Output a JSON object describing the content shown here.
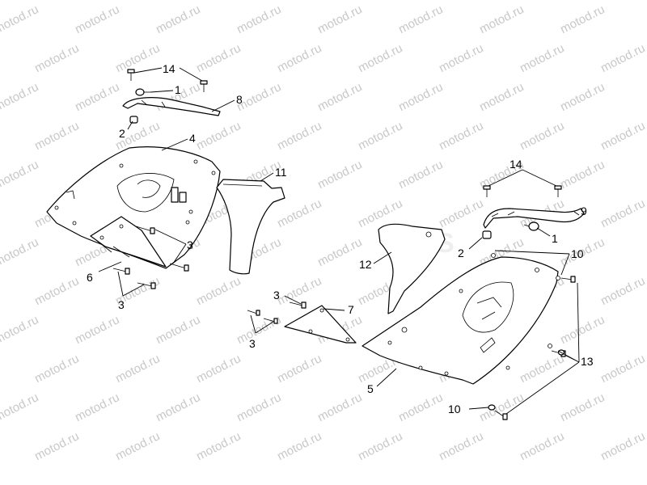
{
  "watermark": {
    "text": "motod.ru",
    "color": "#c8c8c8",
    "center_text": "RIS"
  },
  "callouts": [
    {
      "id": "c14a",
      "text": "14"
    },
    {
      "id": "c1a",
      "text": "1"
    },
    {
      "id": "c8",
      "text": "8"
    },
    {
      "id": "c2a",
      "text": "2"
    },
    {
      "id": "c4",
      "text": "4"
    },
    {
      "id": "c11",
      "text": "11"
    },
    {
      "id": "c3a",
      "text": "3"
    },
    {
      "id": "c6",
      "text": "6"
    },
    {
      "id": "c3b",
      "text": "3"
    },
    {
      "id": "c14b",
      "text": "14"
    },
    {
      "id": "c9",
      "text": "9"
    },
    {
      "id": "c1b",
      "text": "1"
    },
    {
      "id": "c2b",
      "text": "2"
    },
    {
      "id": "c10a",
      "text": "10"
    },
    {
      "id": "c12",
      "text": "12"
    },
    {
      "id": "c3c",
      "text": "3"
    },
    {
      "id": "c7",
      "text": "7"
    },
    {
      "id": "c3d",
      "text": "3"
    },
    {
      "id": "c13",
      "text": "13"
    },
    {
      "id": "c5",
      "text": "5"
    },
    {
      "id": "c10b",
      "text": "10"
    }
  ]
}
